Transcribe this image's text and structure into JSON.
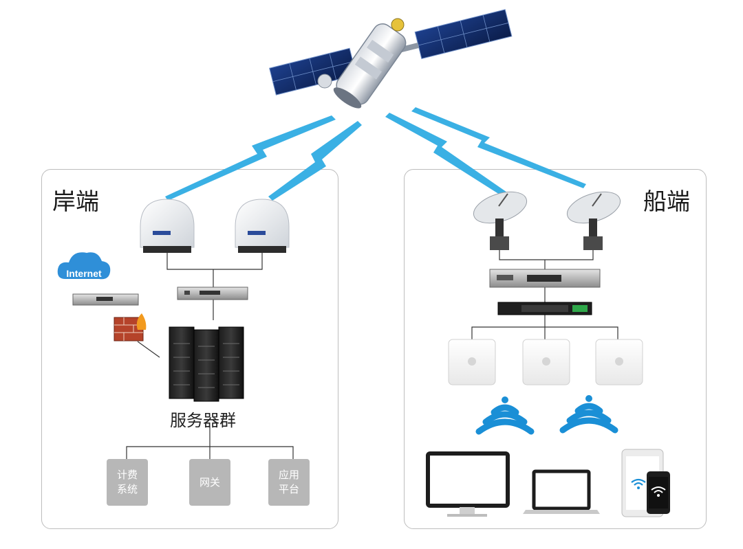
{
  "shore": {
    "title": "岸端",
    "cloud_label": "Internet",
    "server_label": "服务器群",
    "services": [
      {
        "label": "计费系统"
      },
      {
        "label": "网关"
      },
      {
        "label": "应用平台"
      }
    ]
  },
  "ship": {
    "title": "船端"
  },
  "colors": {
    "signal": "#3ab0e4",
    "wifi": "#1a8fd6",
    "panel_border": "#bdbdbd",
    "service_box": "#b7b7b7",
    "cloud": "#2f8fd8",
    "firewall": "#b5432a"
  }
}
